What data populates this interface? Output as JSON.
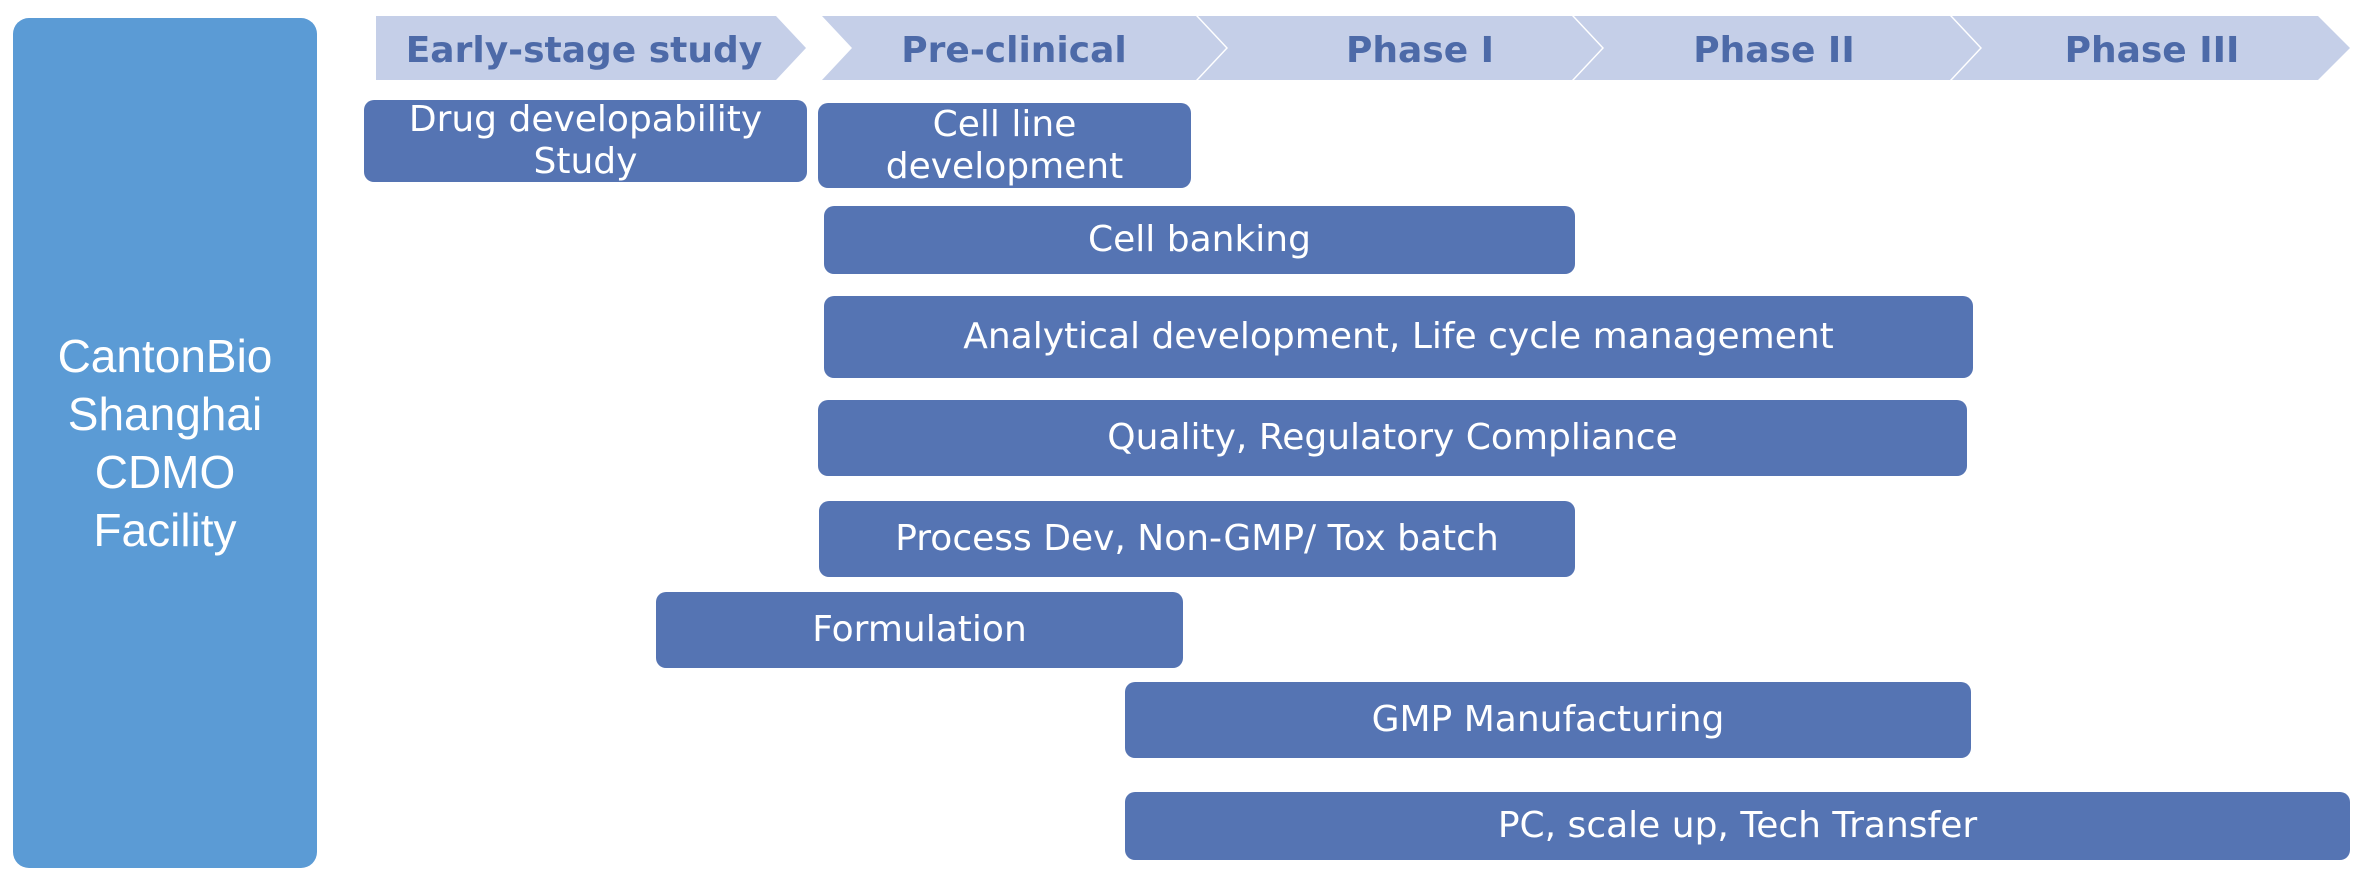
{
  "facility": {
    "label": "CantonBio\nShanghai\nCDMO\nFacility"
  },
  "phases": [
    "Early-stage study",
    "Pre-clinical",
    "Phase I",
    "Phase II",
    "Phase III"
  ],
  "services": [
    "Drug developability\nStudy",
    "Cell line\ndevelopment",
    "Cell banking",
    "Analytical development, Life cycle management",
    "Quality, Regulatory Compliance",
    "Process Dev,   Non-GMP/ Tox batch",
    "Formulation",
    "GMP Manufacturing",
    "PC,  scale up, Tech Transfer"
  ],
  "colors": {
    "facility": "#5b9bd5",
    "phase_arrow": "#c5cfe8",
    "phase_text": "#4d6aa8",
    "bar": "#5574b3",
    "bar_text": "#ffffff"
  }
}
